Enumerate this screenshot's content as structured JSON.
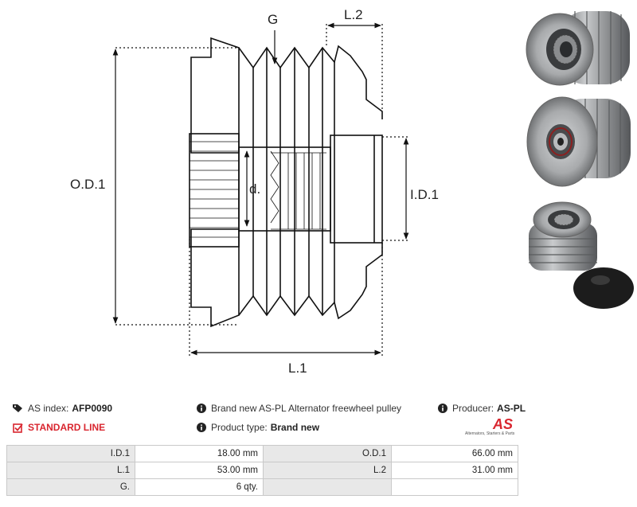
{
  "diagram": {
    "labels": {
      "g": "G",
      "l2": "L.2",
      "od1": "O.D.1",
      "id1": "I.D.1",
      "d": "d.",
      "l1": "L.1"
    }
  },
  "info": {
    "as_index_label": "AS index:",
    "as_index_value": "AFP0090",
    "description": "Brand new AS-PL Alternator freewheel pulley",
    "producer_label": "Producer:",
    "producer_value": "AS-PL",
    "standard_line": "STANDARD LINE",
    "product_type_label": "Product type:",
    "product_type_value": "Brand new",
    "logo_text": "AS",
    "logo_tagline": "Alternators, Starters & Parts"
  },
  "specs": [
    [
      {
        "label": "I.D.1",
        "value": "18.00 mm"
      },
      {
        "label": "O.D.1",
        "value": "66.00 mm"
      }
    ],
    [
      {
        "label": "L.1",
        "value": "53.00 mm"
      },
      {
        "label": "L.2",
        "value": "31.00 mm"
      }
    ],
    [
      {
        "label": "G.",
        "value": "6 qty."
      },
      {
        "label": "",
        "value": ""
      }
    ]
  ],
  "colors": {
    "accent": "#d9262f",
    "table_label_bg": "#e8e8e8",
    "table_border": "#c9c9c9"
  }
}
